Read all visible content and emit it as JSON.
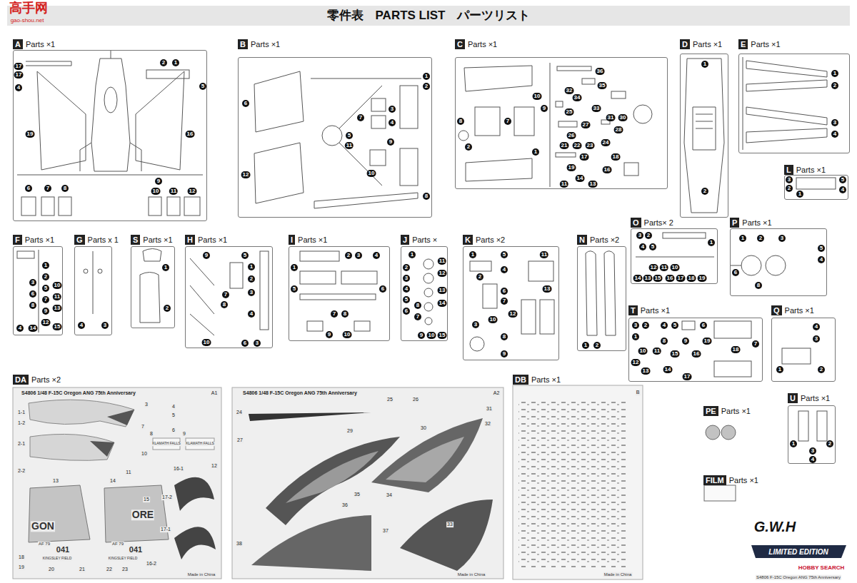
{
  "diagram": {
    "title": "零件表　PARTS LIST　パーツリスト",
    "nodes": [
      {
        "text": [
          "A",
          "Parts ×1"
        ]
      },
      {
        "text": [
          "B",
          "Parts ×1"
        ]
      },
      {
        "text": [
          "C",
          "Parts ×1"
        ]
      },
      {
        "text": [
          "D",
          "Parts ×1"
        ]
      },
      {
        "text": [
          "E",
          "Parts ×1"
        ]
      },
      {
        "text": [
          "L",
          "Parts ×1"
        ]
      },
      {
        "text": [
          "F",
          "Parts ×1"
        ]
      },
      {
        "text": [
          "G",
          "Parts x 1"
        ]
      },
      {
        "text": [
          "S",
          "Parts ×1"
        ]
      },
      {
        "text": [
          "H",
          "Parts ×1"
        ]
      },
      {
        "text": [
          "I",
          "Parts ×1"
        ]
      },
      {
        "text": [
          "J",
          "Parts ×"
        ]
      },
      {
        "text": [
          "K",
          "Parts ×2"
        ]
      },
      {
        "text": [
          "N",
          "Parts ×2"
        ]
      },
      {
        "text": [
          "O",
          "Parts× 2"
        ]
      },
      {
        "text": [
          "P",
          "Parts ×1"
        ]
      },
      {
        "text": [
          "T",
          "Parts ×1"
        ]
      },
      {
        "text": [
          "Q",
          "Parts ×1"
        ]
      },
      {
        "text": [
          "DA",
          "Parts ×2"
        ]
      },
      {
        "text": [
          "DB",
          "Parts ×1"
        ]
      },
      {
        "text": [
          "U",
          "Parts ×1"
        ]
      },
      {
        "text": [
          "PE",
          "Parts ×1"
        ]
      },
      {
        "text": [
          "FILM",
          "Parts ×1"
        ]
      }
    ],
    "labels": [
      "高手网",
      "gao-shou.net",
      "17",
      "17",
      "4",
      "2",
      "1",
      "5",
      "19",
      "16",
      "6",
      "7",
      "8",
      "9",
      "10",
      "11",
      "12",
      "1",
      "2",
      "6",
      "3",
      "4",
      "5",
      "11",
      "9",
      "12",
      "10",
      "8",
      "7",
      "8",
      "7",
      "2",
      "1",
      "10",
      "9",
      "36",
      "32",
      "35",
      "34",
      "25",
      "33",
      "31",
      "30",
      "27",
      "28",
      "26",
      "21",
      "22",
      "23",
      "24",
      "17",
      "18",
      "19",
      "16",
      "14",
      "11",
      "13",
      "1",
      "2",
      "1",
      "2",
      "3",
      "4",
      "3",
      "2",
      "1",
      "5",
      "4",
      "1",
      "2",
      "3",
      "5",
      "6",
      "7",
      "8",
      "9",
      "10",
      "11",
      "12",
      "13",
      "4",
      "14",
      "15",
      "4",
      "3",
      "1",
      "2",
      "9",
      "5",
      "1",
      "2",
      "3",
      "7",
      "8",
      "4",
      "10",
      "6",
      "3",
      "1",
      "2",
      "3",
      "4",
      "5",
      "6",
      "7",
      "8",
      "9",
      "10",
      "1",
      "11",
      "12",
      "13",
      "14",
      "2",
      "3",
      "4",
      "5",
      "6",
      "7",
      "8",
      "9",
      "10",
      "15",
      "1",
      "5",
      "11",
      "2",
      "4",
      "3",
      "6",
      "7",
      "12",
      "13",
      "10",
      "8",
      "9",
      "1",
      "2",
      "3",
      "2",
      "4",
      "5",
      "1",
      "12",
      "11",
      "10",
      "14",
      "13",
      "15",
      "16",
      "17",
      "18",
      "19",
      "1",
      "2",
      "3",
      "5",
      "4",
      "6",
      "8",
      "3",
      "2",
      "4",
      "5",
      "6",
      "1",
      "8",
      "9",
      "19",
      "10",
      "11",
      "15",
      "16",
      "18",
      "12",
      "13",
      "14",
      "17",
      "7",
      "4",
      "3",
      "1",
      "2",
      "1",
      "2",
      "3",
      "4",
      "S4806 1/48 F-15C Oregon ANG 75th Anniversary",
      "A1",
      "1-1",
      "1-2",
      "2-1",
      "2-2",
      "3",
      "4",
      "5",
      "6",
      "7",
      "8",
      "9",
      "10",
      "11",
      "12",
      "13",
      "14",
      "15",
      "16-1",
      "16-2",
      "17-1",
      "17-2",
      "18",
      "19",
      "20",
      "21",
      "22",
      "23",
      "Made in China",
      "KLAMATH FALLS",
      "KLAMATH FALLS",
      "GON",
      "ORE",
      "AF 79",
      "041",
      "AF 79",
      "041",
      "KINGSLEY FIELD",
      "KINGSLEY FIELD",
      "S4806 1/48 F-15C Oregon ANG 75th Anniversary",
      "A2",
      "25",
      "26",
      "24",
      "27",
      "29",
      "30",
      "31",
      "32",
      "35",
      "34",
      "36",
      "33",
      "37",
      "38",
      "Made in China",
      "B",
      "Made in China",
      "G.W.H",
      "LIMITED EDITION",
      "HOBBY SEARCH",
      "S4806 F-15C Oregon ANG 75th Anniversary"
    ]
  }
}
